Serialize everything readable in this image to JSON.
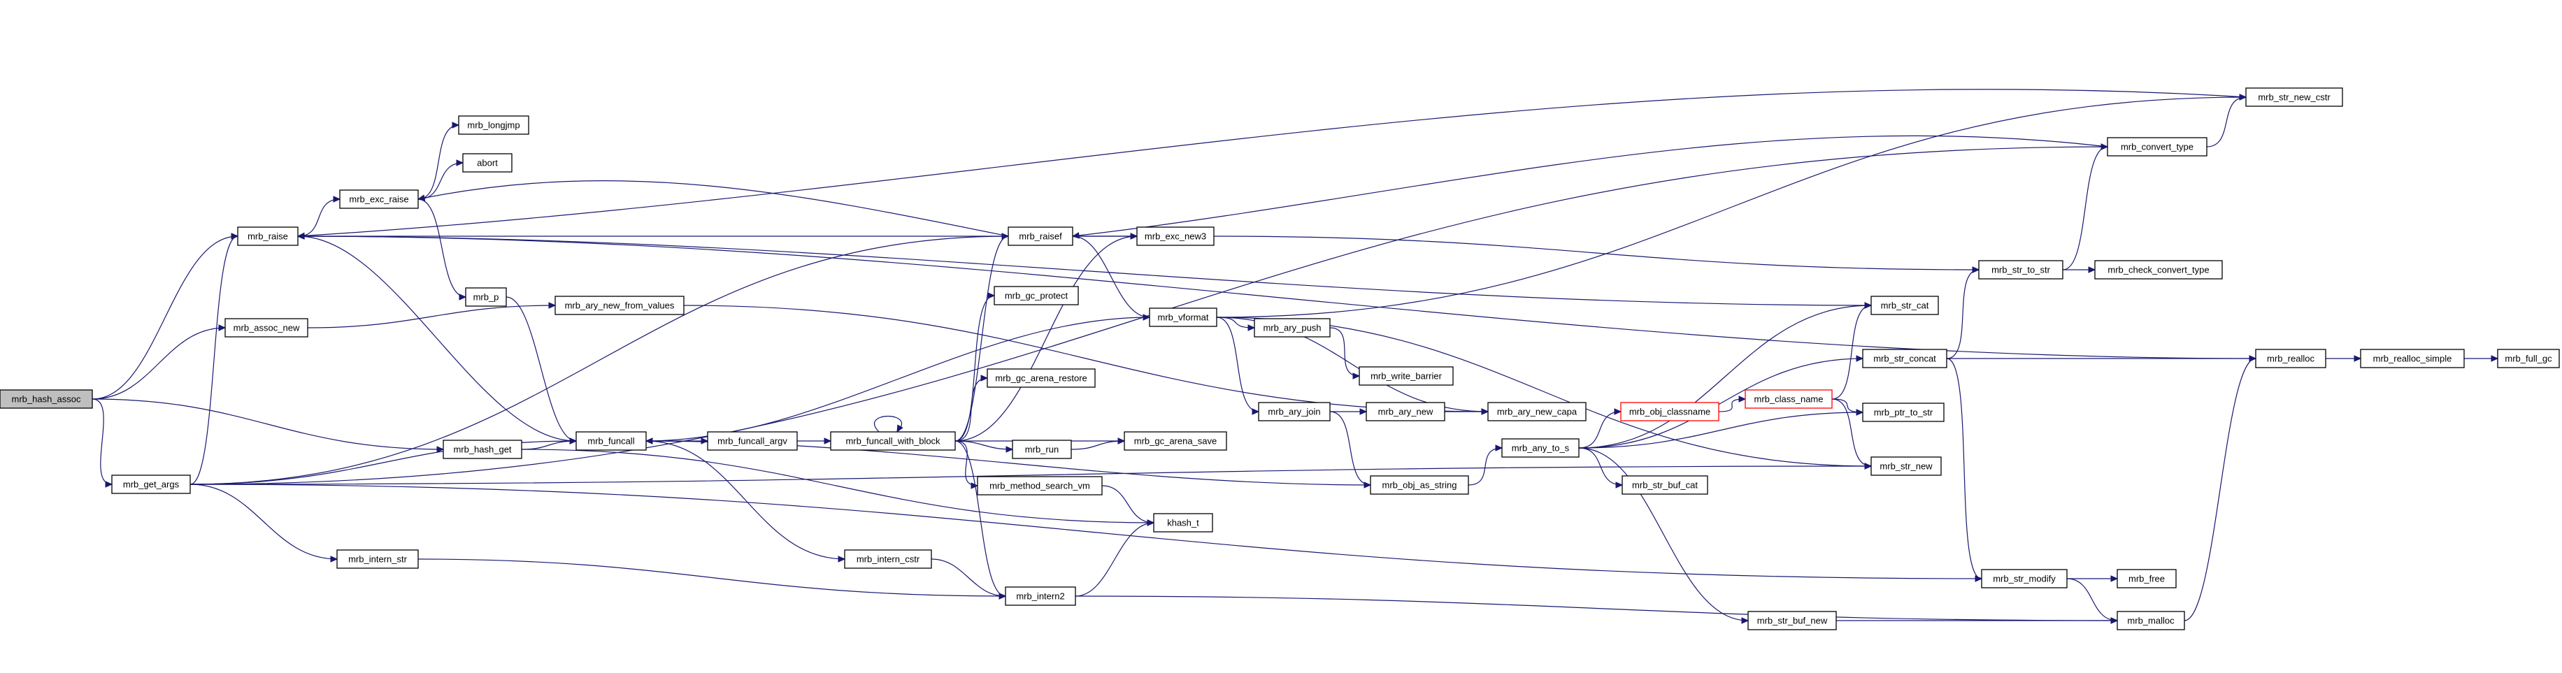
{
  "nodes": [
    {
      "id": "mrb_hash_assoc",
      "label": "mrb_hash_assoc",
      "style": "root"
    },
    {
      "id": "mrb_assoc_new",
      "label": "mrb_assoc_new"
    },
    {
      "id": "mrb_get_args",
      "label": "mrb_get_args"
    },
    {
      "id": "mrb_hash_get",
      "label": "mrb_hash_get"
    },
    {
      "id": "mrb_raise",
      "label": "mrb_raise"
    },
    {
      "id": "mrb_exc_raise",
      "label": "mrb_exc_raise"
    },
    {
      "id": "mrb_longjmp",
      "label": "mrb_longjmp"
    },
    {
      "id": "abort",
      "label": "abort"
    },
    {
      "id": "mrb_p",
      "label": "mrb_p"
    },
    {
      "id": "mrb_funcall",
      "label": "mrb_funcall"
    },
    {
      "id": "mrb_intern_str",
      "label": "mrb_intern_str"
    },
    {
      "id": "mrb_ary_new_from_values",
      "label": "mrb_ary_new_from_values"
    },
    {
      "id": "mrb_funcall_argv",
      "label": "mrb_funcall_argv"
    },
    {
      "id": "mrb_intern_cstr",
      "label": "mrb_intern_cstr"
    },
    {
      "id": "mrb_funcall_with_block",
      "label": "mrb_funcall_with_block"
    },
    {
      "id": "mrb_raisef",
      "label": "mrb_raisef"
    },
    {
      "id": "mrb_exc_new3",
      "label": "mrb_exc_new3"
    },
    {
      "id": "mrb_vformat",
      "label": "mrb_vformat"
    },
    {
      "id": "mrb_gc_protect",
      "label": "mrb_gc_protect"
    },
    {
      "id": "mrb_gc_arena_restore",
      "label": "mrb_gc_arena_restore"
    },
    {
      "id": "mrb_run",
      "label": "mrb_run"
    },
    {
      "id": "mrb_gc_arena_save",
      "label": "mrb_gc_arena_save"
    },
    {
      "id": "mrb_method_search_vm",
      "label": "mrb_method_search_vm"
    },
    {
      "id": "khash_t",
      "label": "khash_t"
    },
    {
      "id": "mrb_intern2",
      "label": "mrb_intern2"
    },
    {
      "id": "mrb_ary_push",
      "label": "mrb_ary_push"
    },
    {
      "id": "mrb_write_barrier",
      "label": "mrb_write_barrier"
    },
    {
      "id": "mrb_ary_join",
      "label": "mrb_ary_join"
    },
    {
      "id": "mrb_ary_new",
      "label": "mrb_ary_new"
    },
    {
      "id": "mrb_ary_new_capa",
      "label": "mrb_ary_new_capa"
    },
    {
      "id": "mrb_obj_as_string",
      "label": "mrb_obj_as_string"
    },
    {
      "id": "mrb_any_to_s",
      "label": "mrb_any_to_s"
    },
    {
      "id": "mrb_obj_classname",
      "label": "mrb_obj_classname",
      "style": "red"
    },
    {
      "id": "mrb_class_name",
      "label": "mrb_class_name",
      "style": "red"
    },
    {
      "id": "mrb_str_buf_cat",
      "label": "mrb_str_buf_cat"
    },
    {
      "id": "mrb_str_buf_new",
      "label": "mrb_str_buf_new"
    },
    {
      "id": "mrb_str_cat",
      "label": "mrb_str_cat"
    },
    {
      "id": "mrb_str_concat",
      "label": "mrb_str_concat"
    },
    {
      "id": "mrb_ptr_to_str",
      "label": "mrb_ptr_to_str"
    },
    {
      "id": "mrb_str_new",
      "label": "mrb_str_new"
    },
    {
      "id": "mrb_str_modify",
      "label": "mrb_str_modify"
    },
    {
      "id": "mrb_free",
      "label": "mrb_free"
    },
    {
      "id": "mrb_malloc",
      "label": "mrb_malloc"
    },
    {
      "id": "mrb_str_to_str",
      "label": "mrb_str_to_str"
    },
    {
      "id": "mrb_check_convert_type",
      "label": "mrb_check_convert_type"
    },
    {
      "id": "mrb_convert_type",
      "label": "mrb_convert_type"
    },
    {
      "id": "mrb_str_new_cstr",
      "label": "mrb_str_new_cstr"
    },
    {
      "id": "mrb_realloc",
      "label": "mrb_realloc"
    },
    {
      "id": "mrb_realloc_simple",
      "label": "mrb_realloc_simple"
    },
    {
      "id": "mrb_full_gc",
      "label": "mrb_full_gc"
    }
  ],
  "edges": [
    [
      "mrb_hash_assoc",
      "mrb_raise"
    ],
    [
      "mrb_hash_assoc",
      "mrb_assoc_new"
    ],
    [
      "mrb_hash_assoc",
      "mrb_hash_get"
    ],
    [
      "mrb_hash_assoc",
      "mrb_get_args"
    ],
    [
      "mrb_assoc_new",
      "mrb_ary_new_from_values"
    ],
    [
      "mrb_get_args",
      "mrb_raise"
    ],
    [
      "mrb_get_args",
      "mrb_funcall"
    ],
    [
      "mrb_get_args",
      "mrb_intern_str"
    ],
    [
      "mrb_get_args",
      "mrb_raisef"
    ],
    [
      "mrb_get_args",
      "mrb_convert_type"
    ],
    [
      "mrb_get_args",
      "mrb_str_new"
    ],
    [
      "mrb_get_args",
      "mrb_str_modify"
    ],
    [
      "mrb_hash_get",
      "mrb_funcall"
    ],
    [
      "mrb_hash_get",
      "khash_t"
    ],
    [
      "mrb_raise",
      "mrb_exc_raise"
    ],
    [
      "mrb_raise",
      "mrb_exc_new3"
    ],
    [
      "mrb_exc_raise",
      "mrb_longjmp"
    ],
    [
      "mrb_exc_raise",
      "abort"
    ],
    [
      "mrb_exc_raise",
      "mrb_p"
    ],
    [
      "mrb_p",
      "mrb_funcall"
    ],
    [
      "mrb_funcall",
      "mrb_raise"
    ],
    [
      "mrb_funcall",
      "mrb_funcall_argv"
    ],
    [
      "mrb_funcall",
      "mrb_intern_cstr"
    ],
    [
      "mrb_intern_str",
      "mrb_intern2"
    ],
    [
      "mrb_ary_new_from_values",
      "mrb_ary_new_capa"
    ],
    [
      "mrb_funcall_argv",
      "mrb_funcall_with_block"
    ],
    [
      "mrb_intern_cstr",
      "mrb_intern2"
    ],
    [
      "mrb_funcall_with_block",
      "mrb_funcall_with_block"
    ],
    [
      "mrb_funcall_with_block",
      "mrb_raisef"
    ],
    [
      "mrb_funcall_with_block",
      "mrb_exc_new3"
    ],
    [
      "mrb_funcall_with_block",
      "mrb_gc_protect"
    ],
    [
      "mrb_funcall_with_block",
      "mrb_gc_arena_restore"
    ],
    [
      "mrb_funcall_with_block",
      "mrb_run"
    ],
    [
      "mrb_funcall_with_block",
      "mrb_gc_arena_save"
    ],
    [
      "mrb_funcall_with_block",
      "mrb_method_search_vm"
    ],
    [
      "mrb_funcall_with_block",
      "mrb_intern2"
    ],
    [
      "mrb_raisef",
      "mrb_exc_raise"
    ],
    [
      "mrb_raisef",
      "mrb_exc_new3"
    ],
    [
      "mrb_raisef",
      "mrb_vformat"
    ],
    [
      "mrb_exc_new3",
      "mrb_str_to_str"
    ],
    [
      "mrb_vformat",
      "mrb_funcall"
    ],
    [
      "mrb_vformat",
      "mrb_ary_push"
    ],
    [
      "mrb_vformat",
      "mrb_ary_join"
    ],
    [
      "mrb_vformat",
      "mrb_ary_new_capa"
    ],
    [
      "mrb_vformat",
      "mrb_str_new"
    ],
    [
      "mrb_vformat",
      "mrb_str_new_cstr"
    ],
    [
      "mrb_run",
      "mrb_gc_arena_save"
    ],
    [
      "mrb_method_search_vm",
      "khash_t"
    ],
    [
      "mrb_intern2",
      "khash_t"
    ],
    [
      "mrb_intern2",
      "mrb_malloc"
    ],
    [
      "mrb_ary_push",
      "mrb_write_barrier"
    ],
    [
      "mrb_ary_join",
      "mrb_ary_new"
    ],
    [
      "mrb_ary_join",
      "mrb_obj_as_string"
    ],
    [
      "mrb_ary_new",
      "mrb_ary_new_capa"
    ],
    [
      "mrb_obj_as_string",
      "mrb_funcall"
    ],
    [
      "mrb_obj_as_string",
      "mrb_any_to_s"
    ],
    [
      "mrb_any_to_s",
      "mrb_obj_classname"
    ],
    [
      "mrb_any_to_s",
      "mrb_str_buf_cat"
    ],
    [
      "mrb_any_to_s",
      "mrb_str_buf_new"
    ],
    [
      "mrb_any_to_s",
      "mrb_str_cat"
    ],
    [
      "mrb_any_to_s",
      "mrb_str_concat"
    ],
    [
      "mrb_any_to_s",
      "mrb_ptr_to_str"
    ],
    [
      "mrb_obj_classname",
      "mrb_class_name"
    ],
    [
      "mrb_class_name",
      "mrb_str_cat"
    ],
    [
      "mrb_class_name",
      "mrb_str_new"
    ],
    [
      "mrb_class_name",
      "mrb_ptr_to_str"
    ],
    [
      "mrb_str_buf_new",
      "mrb_malloc"
    ],
    [
      "mrb_str_cat",
      "mrb_raise"
    ],
    [
      "mrb_str_concat",
      "mrb_str_to_str"
    ],
    [
      "mrb_str_concat",
      "mrb_realloc"
    ],
    [
      "mrb_str_concat",
      "mrb_str_modify"
    ],
    [
      "mrb_str_modify",
      "mrb_free"
    ],
    [
      "mrb_str_modify",
      "mrb_malloc"
    ],
    [
      "mrb_str_to_str",
      "mrb_check_convert_type"
    ],
    [
      "mrb_str_to_str",
      "mrb_convert_type"
    ],
    [
      "mrb_convert_type",
      "mrb_raisef"
    ],
    [
      "mrb_convert_type",
      "mrb_str_new_cstr"
    ],
    [
      "mrb_str_new_cstr",
      "mrb_raise"
    ],
    [
      "mrb_malloc",
      "mrb_realloc"
    ],
    [
      "mrb_realloc",
      "mrb_raise"
    ],
    [
      "mrb_realloc",
      "mrb_realloc_simple"
    ],
    [
      "mrb_realloc_simple",
      "mrb_full_gc"
    ]
  ]
}
